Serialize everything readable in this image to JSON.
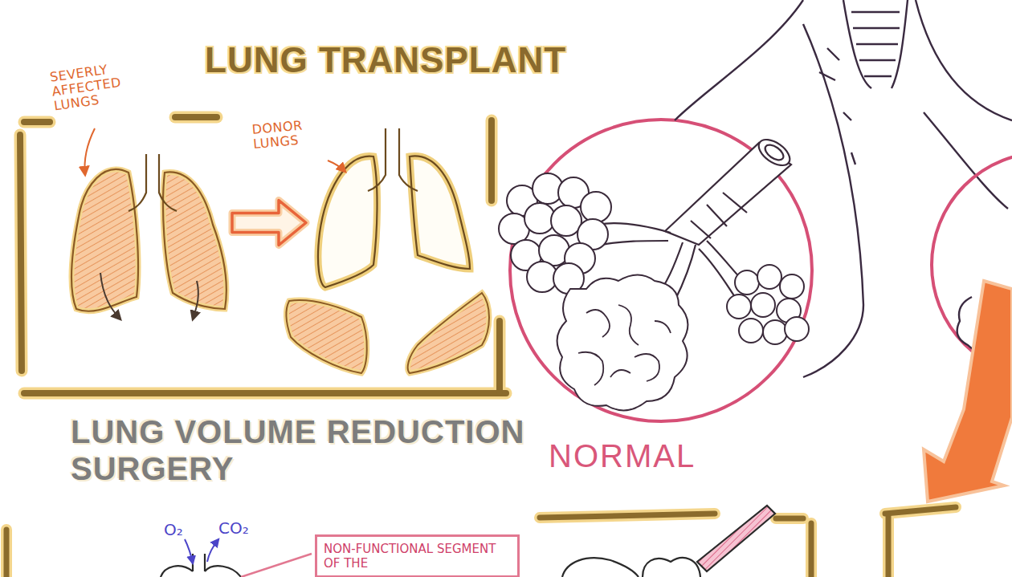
{
  "diagram": {
    "title": "LUNG TRANSPLANT",
    "nodes": [
      {
        "text": [
          "SEVERLY AFFECTED LUNGS"
        ]
      },
      {
        "text": [
          "DONOR LUNGS"
        ]
      },
      {
        "text": [
          "NON-FUNCTIONAL SEGMENT OF THE"
        ]
      }
    ],
    "edges": [
      {
        "from": 0,
        "to": 1,
        "arrow": "to"
      }
    ],
    "labels": [
      "LUNG VOLUME REDUCTION SURGERY",
      "NORMAL",
      "O₂",
      "CO₂"
    ]
  }
}
